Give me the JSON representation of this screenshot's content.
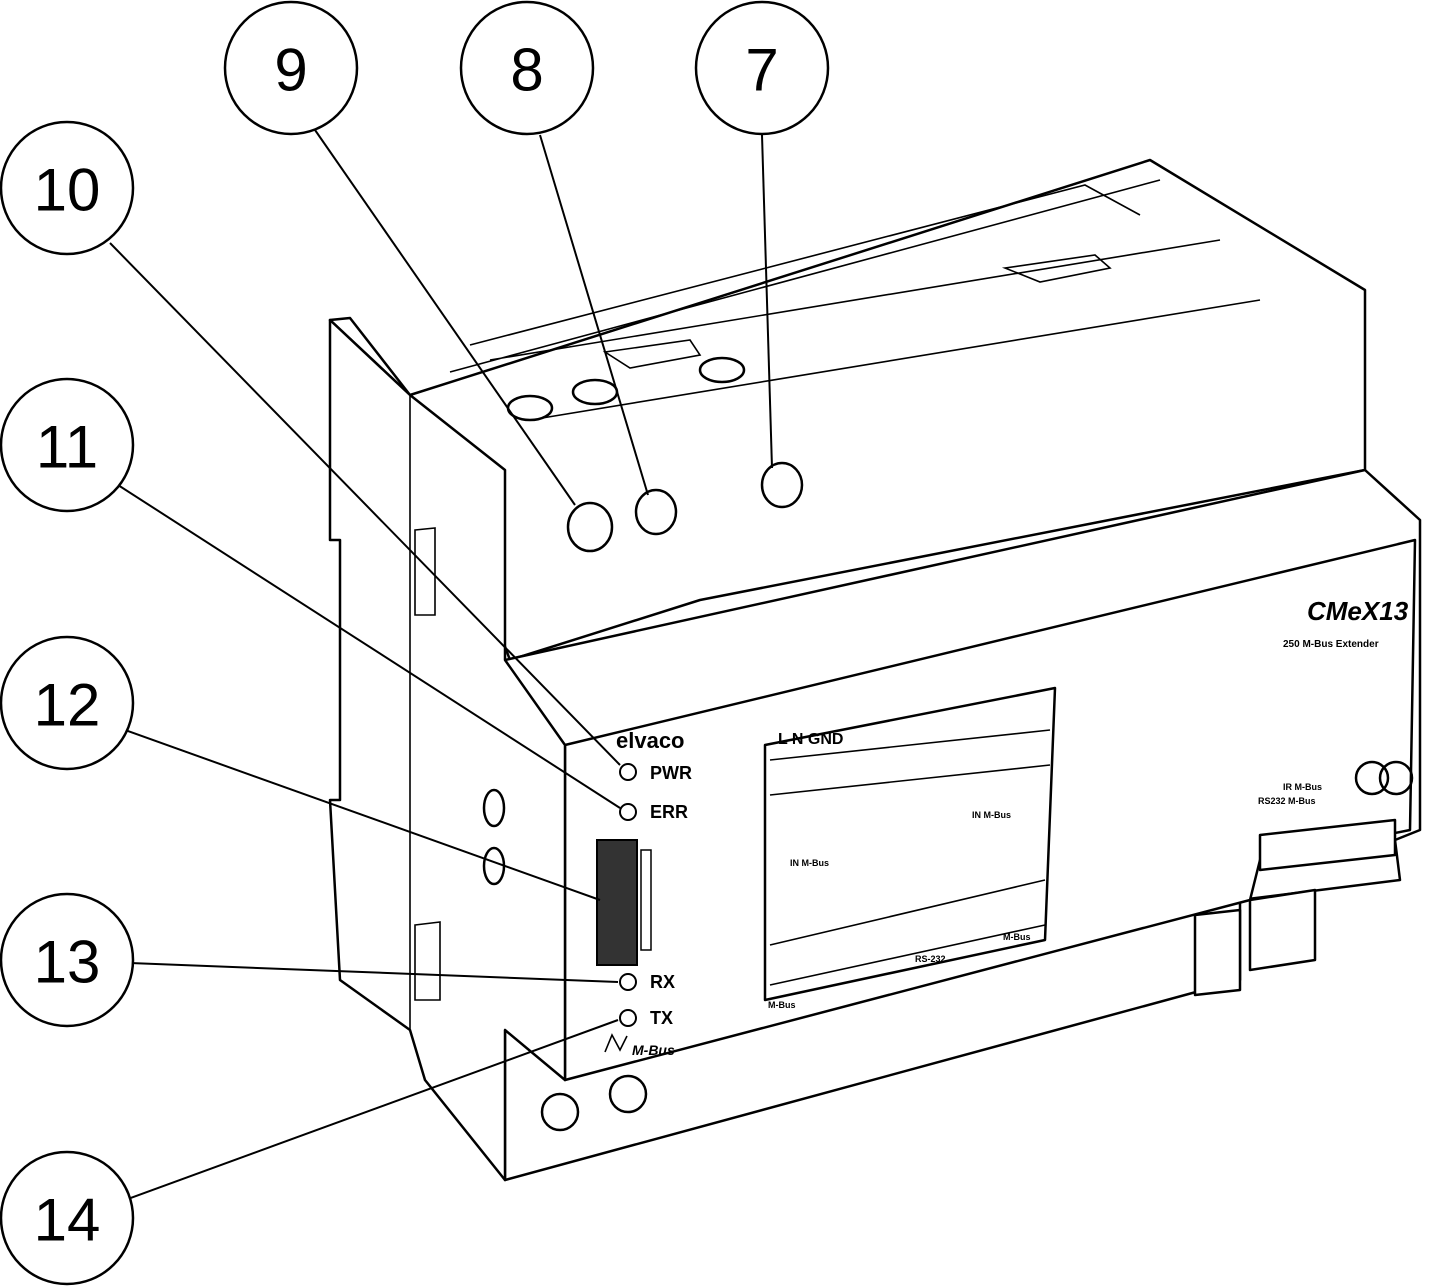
{
  "callouts": [
    {
      "id": "7",
      "label": "7"
    },
    {
      "id": "8",
      "label": "8"
    },
    {
      "id": "9",
      "label": "9"
    },
    {
      "id": "10",
      "label": "10"
    },
    {
      "id": "11",
      "label": "11"
    },
    {
      "id": "12",
      "label": "12"
    },
    {
      "id": "13",
      "label": "13"
    },
    {
      "id": "14",
      "label": "14"
    }
  ],
  "device": {
    "brand": "elvaco",
    "model": "CMeX13",
    "model_subtitle": "250 M-Bus Extender",
    "leds": {
      "pwr": "PWR",
      "err": "ERR",
      "rx": "RX",
      "tx": "TX"
    },
    "mbus_logo": "M-Bus",
    "terminals": {
      "power": "L N GND",
      "in_left": "IN M-Bus",
      "out_right": "IN M-Bus",
      "bottom_left": "M-Bus",
      "bottom_mid": "RS-232",
      "bottom_right": "M-Bus"
    },
    "right_label_1": "IR M-Bus",
    "right_label_2": "RS232 M-Bus"
  }
}
